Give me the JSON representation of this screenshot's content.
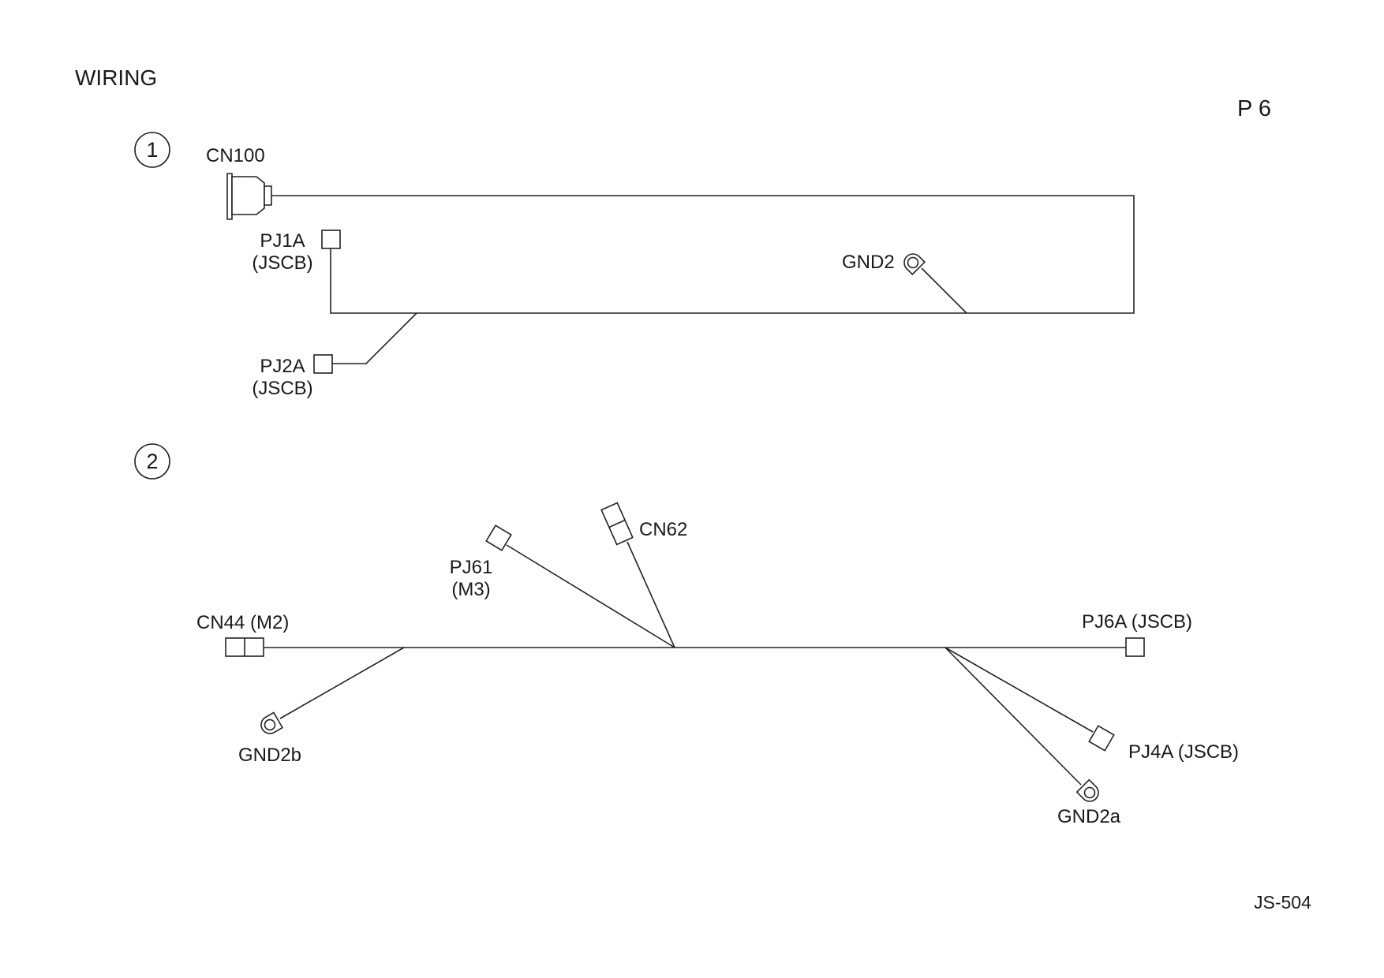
{
  "header": {
    "title": "WIRING",
    "page_label": "P 6"
  },
  "footer": {
    "doc_code": "JS-504"
  },
  "harness1": {
    "number": "1",
    "labels": {
      "cn100": "CN100",
      "pj1a_line1": "PJ1A",
      "pj1a_line2": "(JSCB)",
      "gnd2": "GND2",
      "pj2a_line1": "PJ2A",
      "pj2a_line2": "(JSCB)"
    }
  },
  "harness2": {
    "number": "2",
    "labels": {
      "cn44": "CN44 (M2)",
      "gnd2b": "GND2b",
      "pj61_line1": "PJ61",
      "pj61_line2": "(M3)",
      "cn62": "CN62",
      "pj6a": "PJ6A (JSCB)",
      "pj4a": "PJ4A (JSCB)",
      "gnd2a": "GND2a"
    }
  }
}
